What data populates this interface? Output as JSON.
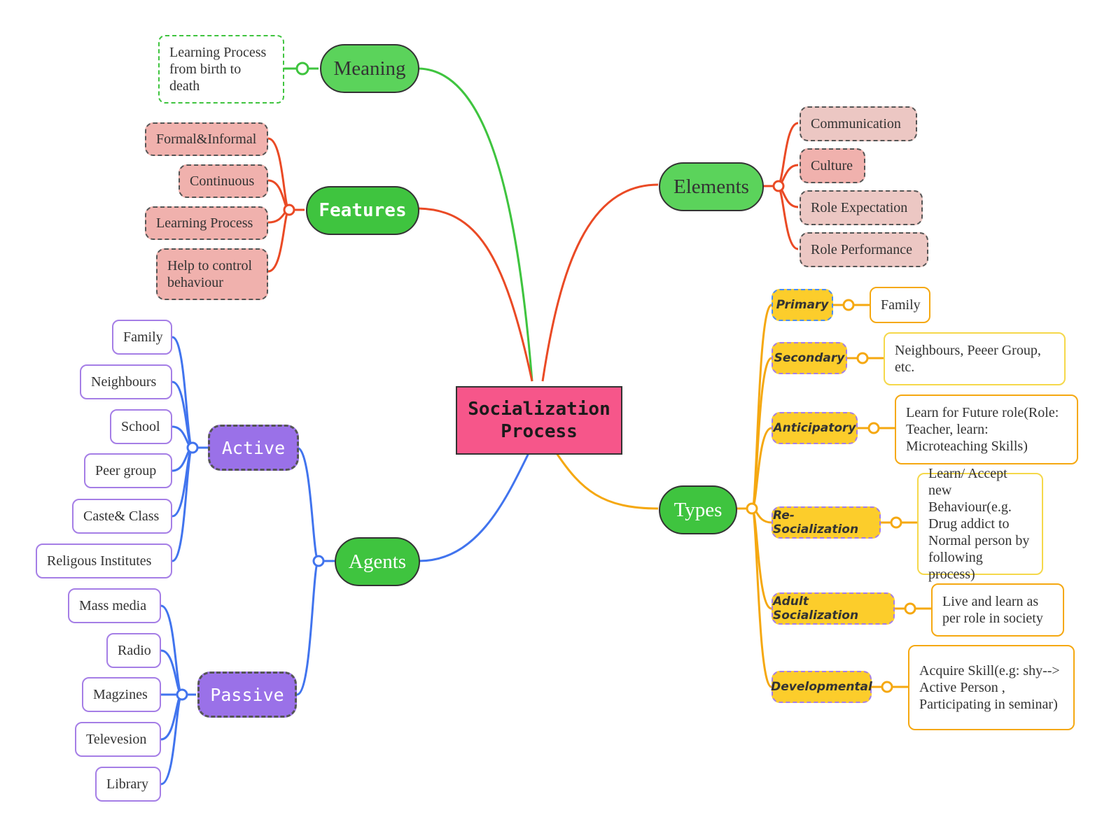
{
  "root": {
    "label": "Socialization Process"
  },
  "branches": {
    "meaning": {
      "label": "Meaning",
      "color": "#3fc43f",
      "children": [
        "Learning Process from birth to death"
      ]
    },
    "features": {
      "label": "Features",
      "color": "#ea4a25",
      "children": [
        "Formal&Informal",
        "Continuous",
        "Learning Process",
        "Help to control behaviour"
      ]
    },
    "elements": {
      "label": "Elements",
      "color": "#ea4a25",
      "children": [
        "Communication",
        "Culture",
        "Role Expectation",
        "Role Performance"
      ]
    },
    "agents": {
      "label": "Agents",
      "color": "#4174ee",
      "active": {
        "label": "Active",
        "children": [
          "Family",
          "Neighbours",
          "School",
          "Peer group",
          "Caste& Class",
          "Religous Institutes"
        ]
      },
      "passive": {
        "label": "Passive",
        "children": [
          "Mass media",
          "Radio",
          "Magzines",
          "Televesion",
          "Library"
        ]
      }
    },
    "types": {
      "label": "Types",
      "color": "#f5a811",
      "items": [
        {
          "label": "Primary",
          "detail": "Family"
        },
        {
          "label": "Secondary",
          "detail": "Neighbours, Peeer Group, etc."
        },
        {
          "label": "Anticipatory",
          "detail": "Learn for Future role(Role: Teacher, learn: Microteaching Skills)"
        },
        {
          "label": "Re-Socialization",
          "detail": "Learn/ Accept new Behaviour(e.g. Drug addict to Normal person by following process)"
        },
        {
          "label": "Adult Socialization",
          "detail": "Live and learn as per role in society"
        },
        {
          "label": "Developmental",
          "detail": "Acquire Skill(e.g: shy--> Active Person , Participating in seminar)"
        }
      ]
    }
  }
}
